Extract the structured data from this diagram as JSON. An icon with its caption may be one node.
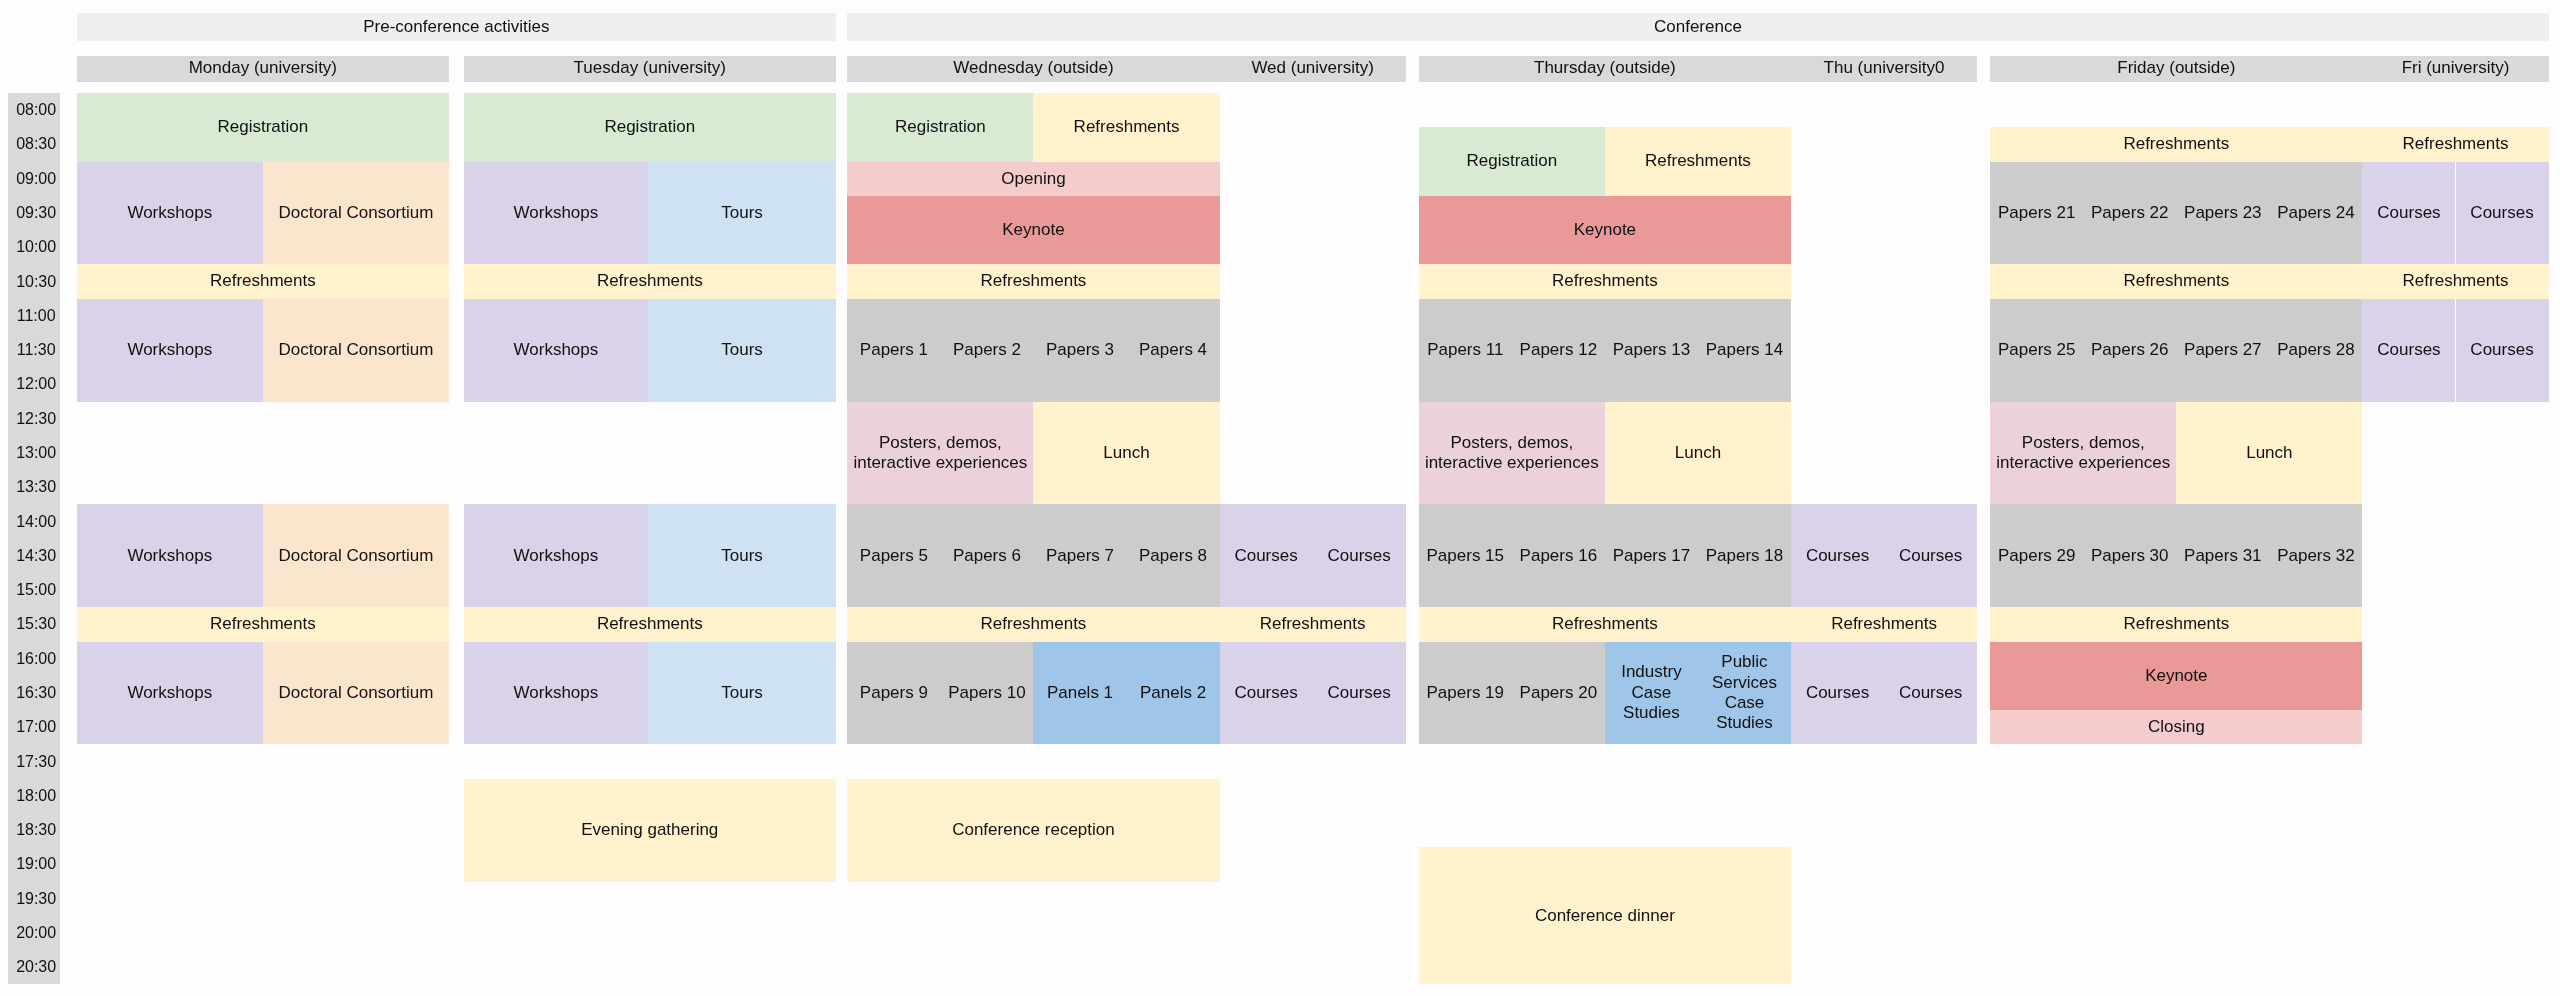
{
  "diagram": {
    "nodes": [
      {
        "text": [
          "Pre-conference activities"
        ]
      },
      {
        "text": [
          "Conference"
        ]
      },
      {
        "text": [
          "Monday (university)"
        ]
      },
      {
        "text": [
          "Tuesday (university)"
        ]
      },
      {
        "text": [
          "Wednesday (outside)"
        ]
      },
      {
        "text": [
          "Wed (university)"
        ]
      },
      {
        "text": [
          "Thursday (outside)"
        ]
      },
      {
        "text": [
          "Thu (university0"
        ]
      },
      {
        "text": [
          "Friday (outside)"
        ]
      },
      {
        "text": [
          "Fri (university)"
        ]
      },
      {
        "text": [
          "Registration"
        ]
      },
      {
        "text": [
          "Registration"
        ]
      },
      {
        "text": [
          "Registration"
        ]
      },
      {
        "text": [
          "Refreshments"
        ]
      },
      {
        "text": [
          "Registration"
        ]
      },
      {
        "text": [
          "Refreshments"
        ]
      },
      {
        "text": [
          "Refreshments"
        ]
      },
      {
        "text": [
          "Refreshments"
        ]
      },
      {
        "text": [
          "Workshops"
        ]
      },
      {
        "text": [
          "Doctoral Consortium"
        ]
      },
      {
        "text": [
          "Workshops"
        ]
      },
      {
        "text": [
          "Tours"
        ]
      },
      {
        "text": [
          "Opening"
        ]
      },
      {
        "text": [
          "Papers 21"
        ]
      },
      {
        "text": [
          "Papers 22"
        ]
      },
      {
        "text": [
          "Papers 23"
        ]
      },
      {
        "text": [
          "Papers 24"
        ]
      },
      {
        "text": [
          "Courses"
        ]
      },
      {
        "text": [
          "Courses"
        ]
      },
      {
        "text": [
          "Keynote"
        ]
      },
      {
        "text": [
          "Keynote"
        ]
      },
      {
        "text": [
          "Refreshments"
        ]
      },
      {
        "text": [
          "Refreshments"
        ]
      },
      {
        "text": [
          "Refreshments"
        ]
      },
      {
        "text": [
          "Refreshments"
        ]
      },
      {
        "text": [
          "Refreshments"
        ]
      },
      {
        "text": [
          "Refreshments"
        ]
      },
      {
        "text": [
          "Workshops"
        ]
      },
      {
        "text": [
          "Doctoral Consortium"
        ]
      },
      {
        "text": [
          "Workshops"
        ]
      },
      {
        "text": [
          "Tours"
        ]
      },
      {
        "text": [
          "Papers 1"
        ]
      },
      {
        "text": [
          "Papers 2"
        ]
      },
      {
        "text": [
          "Papers 3"
        ]
      },
      {
        "text": [
          "Papers 4"
        ]
      },
      {
        "text": [
          "Papers 11"
        ]
      },
      {
        "text": [
          "Papers 12"
        ]
      },
      {
        "text": [
          "Papers 13"
        ]
      },
      {
        "text": [
          "Papers 14"
        ]
      },
      {
        "text": [
          "Papers 25"
        ]
      },
      {
        "text": [
          "Papers 26"
        ]
      },
      {
        "text": [
          "Papers 27"
        ]
      },
      {
        "text": [
          "Papers 28"
        ]
      },
      {
        "text": [
          "Courses"
        ]
      },
      {
        "text": [
          "Courses"
        ]
      },
      {
        "text": [
          "Posters, demos, interactive experiences"
        ]
      },
      {
        "text": [
          "Lunch"
        ]
      },
      {
        "text": [
          "Posters, demos, interactive experiences"
        ]
      },
      {
        "text": [
          "Lunch"
        ]
      },
      {
        "text": [
          "Posters, demos, interactive experiences"
        ]
      },
      {
        "text": [
          "Lunch"
        ]
      },
      {
        "text": [
          "Workshops"
        ]
      },
      {
        "text": [
          "Doctoral Consortium"
        ]
      },
      {
        "text": [
          "Workshops"
        ]
      },
      {
        "text": [
          "Tours"
        ]
      },
      {
        "text": [
          "Papers 5"
        ]
      },
      {
        "text": [
          "Papers 6"
        ]
      },
      {
        "text": [
          "Papers 7"
        ]
      },
      {
        "text": [
          "Papers 8"
        ]
      },
      {
        "text": [
          "Courses"
        ]
      },
      {
        "text": [
          "Courses"
        ]
      },
      {
        "text": [
          "Papers 15"
        ]
      },
      {
        "text": [
          "Papers 16"
        ]
      },
      {
        "text": [
          "Papers 17"
        ]
      },
      {
        "text": [
          "Papers 18"
        ]
      },
      {
        "text": [
          "Courses"
        ]
      },
      {
        "text": [
          "Courses"
        ]
      },
      {
        "text": [
          "Papers 29"
        ]
      },
      {
        "text": [
          "Papers 30"
        ]
      },
      {
        "text": [
          "Papers 31"
        ]
      },
      {
        "text": [
          "Papers 32"
        ]
      },
      {
        "text": [
          "Refreshments"
        ]
      },
      {
        "text": [
          "Refreshments"
        ]
      },
      {
        "text": [
          "Refreshments"
        ]
      },
      {
        "text": [
          "Refreshments"
        ]
      },
      {
        "text": [
          "Refreshments"
        ]
      },
      {
        "text": [
          "Refreshments"
        ]
      },
      {
        "text": [
          "Refreshments"
        ]
      },
      {
        "text": [
          "Workshops"
        ]
      },
      {
        "text": [
          "Doctoral Consortium"
        ]
      },
      {
        "text": [
          "Workshops"
        ]
      },
      {
        "text": [
          "Tours"
        ]
      },
      {
        "text": [
          "Papers 9"
        ]
      },
      {
        "text": [
          "Papers 10"
        ]
      },
      {
        "text": [
          "Panels 1"
        ]
      },
      {
        "text": [
          "Panels 2"
        ]
      },
      {
        "text": [
          "Courses"
        ]
      },
      {
        "text": [
          "Courses"
        ]
      },
      {
        "text": [
          "Papers 19"
        ]
      },
      {
        "text": [
          "Papers 20"
        ]
      },
      {
        "text": [
          "Industry Case Studies"
        ]
      },
      {
        "text": [
          "Public Services Case Studies"
        ]
      },
      {
        "text": [
          "Courses"
        ]
      },
      {
        "text": [
          "Courses"
        ]
      },
      {
        "text": [
          "Keynote"
        ]
      },
      {
        "text": [
          "Closing"
        ]
      },
      {
        "text": [
          "Evening gathering"
        ]
      },
      {
        "text": [
          "Conference reception"
        ]
      },
      {
        "text": [
          "Conference dinner"
        ]
      }
    ],
    "labels": [
      "08:00",
      "08:30",
      "09:00",
      "09:30",
      "10:00",
      "10:30",
      "11:00",
      "11:30",
      "12:00",
      "12:30",
      "13:00",
      "13:30",
      "14:00",
      "14:30",
      "15:00",
      "15:30",
      "16:00",
      "16:30",
      "17:00",
      "17:30",
      "18:00",
      "18:30",
      "19:00",
      "19:30",
      "20:00",
      "20:30"
    ]
  }
}
